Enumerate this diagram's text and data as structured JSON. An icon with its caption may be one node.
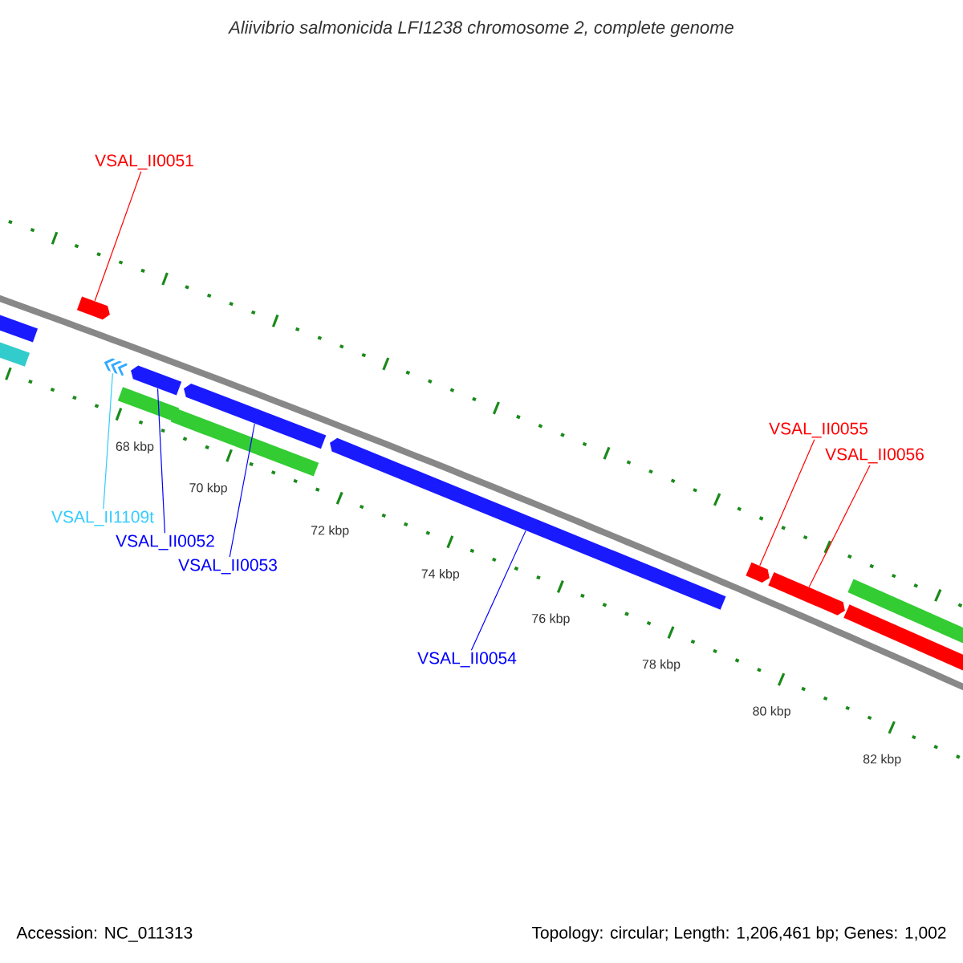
{
  "diagram": {
    "title": "Aliivibrio salmonicida LFI1238 chromosome 2, complete genome",
    "nodes": [
      {
        "text": [
          "VSAL_II0051"
        ]
      },
      {
        "text": [],
        "shape": "arrow"
      },
      {
        "text": [],
        "shape": "chevron"
      },
      {
        "text": [],
        "shape": "arrow"
      },
      {
        "text": [],
        "shape": "arrow"
      },
      {
        "text": [],
        "shape": "arrow"
      },
      {
        "text": [
          "VSAL_II0055"
        ]
      },
      {
        "text": [
          "VSAL_II0056"
        ]
      },
      {
        "text": [],
        "shape": "arrow"
      },
      {
        "text": [],
        "shape": "arrow"
      },
      {
        "text": [
          "VSAL_II1109t"
        ]
      },
      {
        "text": [
          "VSAL_II0052"
        ]
      },
      {
        "text": [
          "VSAL_II0053"
        ]
      },
      {
        "text": [
          "VSAL_II0054"
        ]
      },
      {
        "text": [],
        "shape": "bar"
      },
      {
        "text": [],
        "shape": "bar"
      },
      {
        "text": [],
        "shape": "bar"
      },
      {
        "text": [],
        "shape": "bar"
      },
      {
        "text": [],
        "shape": "arrow"
      },
      {
        "text": [],
        "shape": "bar"
      }
    ],
    "edges": [
      {
        "from": 0,
        "to": 1,
        "arrow": "none",
        "color": "#ff0000"
      },
      {
        "from": 10,
        "to": 2,
        "arrow": "none",
        "color": "#33ccff"
      },
      {
        "from": 11,
        "to": 3,
        "arrow": "none",
        "color": "#0000ff"
      },
      {
        "from": 12,
        "to": 4,
        "arrow": "none",
        "color": "#0000ff"
      },
      {
        "from": 13,
        "to": 5,
        "arrow": "none",
        "color": "#0000ff"
      },
      {
        "from": 6,
        "to": 8,
        "arrow": "none",
        "color": "#ff0000"
      },
      {
        "from": 7,
        "to": 9,
        "arrow": "none",
        "color": "#ff0000"
      }
    ],
    "labels": [
      "68 kbp",
      "70 kbp",
      "72 kbp",
      "74 kbp",
      "76 kbp",
      "78 kbp",
      "80 kbp",
      "82 kbp",
      "Accession: NC_011313",
      "Topology: circular; Length: 1,206,461 bp; Genes: 1,002"
    ]
  }
}
